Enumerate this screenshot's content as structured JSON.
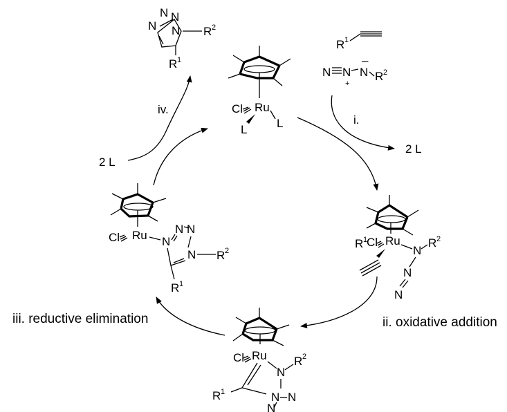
{
  "labels": {
    "step_i": "i.",
    "step_ii": "ii. oxidative addition",
    "step_iii": "iii. reductive elimination",
    "step_iv": "iv.",
    "two_L_in": "2 L",
    "two_L_out": "2 L"
  },
  "atoms": {
    "Cl": "Cl",
    "Ru": "Ru",
    "L": "L",
    "N": "N",
    "R": "R",
    "sup1": "1",
    "sup2": "2",
    "plus": "+",
    "minus": "–"
  }
}
